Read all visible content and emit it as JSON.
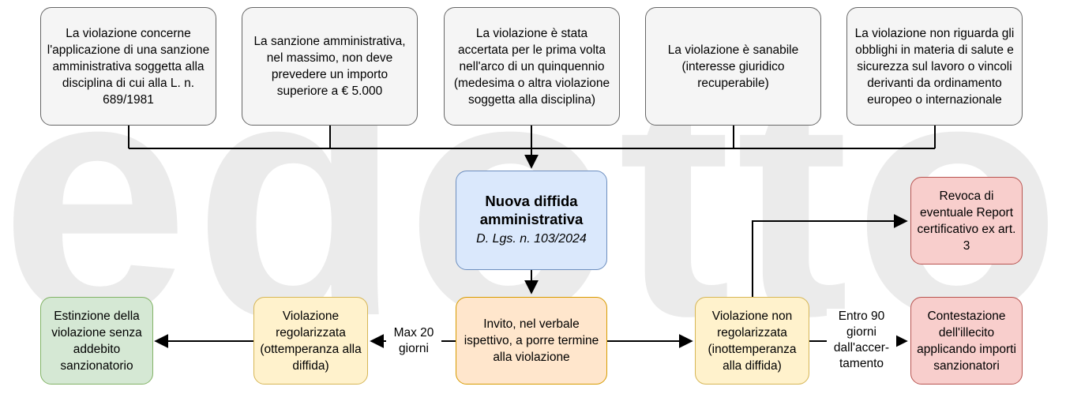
{
  "watermark": "edotto",
  "conditions": [
    "La violazione concerne l'applicazione di una sanzione amministrativa soggetta alla disciplina di cui alla L. n. 689/1981",
    "La sanzione amministrativa, nel massimo, non deve prevedere un importo superiore a € 5.000",
    "La violazione è stata accertata per le prima volta nell'arco di un quinquennio (medesima o altra violazione soggetta alla disciplina)",
    "La violazione è sanabile (interesse giuridico recuperabile)",
    "La violazione non riguarda gli obblighi in materia di salute e sicurezza sul lavoro o vincoli derivanti da ordinamento europeo o internazionale"
  ],
  "main": {
    "title": "Nuova diffida amministrativa",
    "subtitle": "D. Lgs. n. 103/2024"
  },
  "invito": "Invito, nel verbale ispettivo, a porre termine alla violazione",
  "regolarizzata": "Violazione regolarizzata (ottemperanza alla diffida)",
  "estinzione": "Estinzione della violazione senza addebito sanzionatorio",
  "non_regolarizzata": "Violazione non regolarizzata (inottemperanza alla diffida)",
  "revoca": "Revoca di eventuale Report certificativo ex art. 3",
  "contestazione": "Contestazione dell'illecito applicando importi sanzionatori",
  "labels": {
    "max20": "Max 20 giorni",
    "entro90": "Entro 90 giorni dall'accer-tamento"
  }
}
